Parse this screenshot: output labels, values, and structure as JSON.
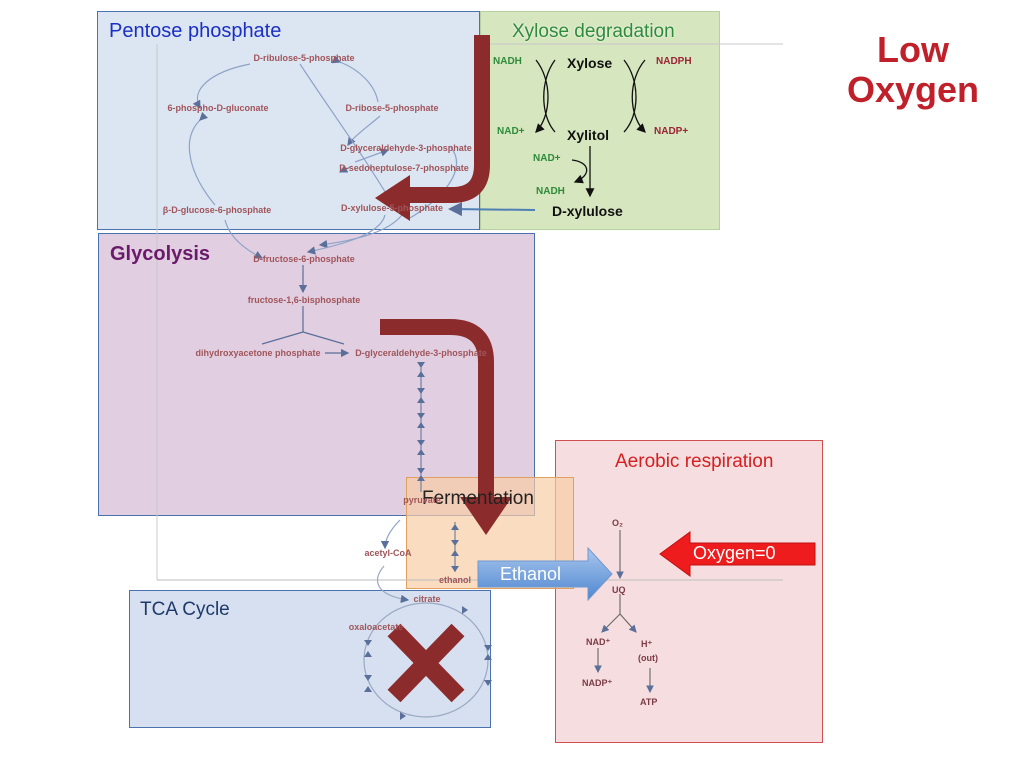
{
  "headline": {
    "line1": "Low",
    "line2": "Oxygen",
    "color": "#c0202a"
  },
  "pathways": {
    "pentose_phosphate": {
      "title": "Pentose phosphate",
      "color": "#1a2fc4"
    },
    "xylose_degradation": {
      "title": "Xylose degradation",
      "color": "#2e8b3a"
    },
    "glycolysis": {
      "title": "Glycolysis",
      "color": "#6a1a6a"
    },
    "fermentation": {
      "title": "Fermentation",
      "color": "#222222"
    },
    "aerobic_respiration": {
      "title": "Aerobic respiration",
      "color": "#d42020"
    },
    "tca_cycle": {
      "title": "TCA Cycle",
      "color": "#1f3a6a"
    }
  },
  "metabolites": {
    "ribulose5p": "D-ribulose-5-phosphate",
    "gluconate6p": "6-phospho-D-gluconate",
    "ribose5p": "D-ribose-5-phosphate",
    "gap_ppp": "D-glyceraldehyde-3-phosphate",
    "sedoheptulose7p": "D-sedoheptulose-7-phosphate",
    "glucose6p": "β-D-glucose-6-phosphate",
    "xylulose5p": "D-xylulose-5-phosphate",
    "fructose6p": "D-fructose-6-phosphate",
    "fbp": "fructose-1,6-bisphosphate",
    "dhap": "dihydroxyacetone phosphate",
    "gap_glyc": "D-glyceraldehyde-3-phosphate",
    "pyruvate": "pyruvate",
    "acetyl_coa": "acetyl-CoA",
    "ethanol": "ethanol",
    "citrate": "citrate",
    "oxaloacetate": "oxaloacetate"
  },
  "xylose": {
    "nadh_top": "NADH",
    "nad_plus_left": "NAD+",
    "nadph": "NADPH",
    "nadp_plus": "NADP+",
    "xylose": "Xylose",
    "xylitol": "Xylitol",
    "nad_plus_mid": "NAD+",
    "nadh_mid": "NADH",
    "d_xylulose": "D-xylulose"
  },
  "respiration": {
    "o2": "O₂",
    "uq": "UQ",
    "nad": "NAD⁺",
    "h_plus": "H⁺",
    "out": "(out)",
    "nadp": "NADP⁺",
    "atp": "ATP"
  },
  "callouts": {
    "ethanol": "Ethanol",
    "oxygen": "Oxygen=0"
  }
}
